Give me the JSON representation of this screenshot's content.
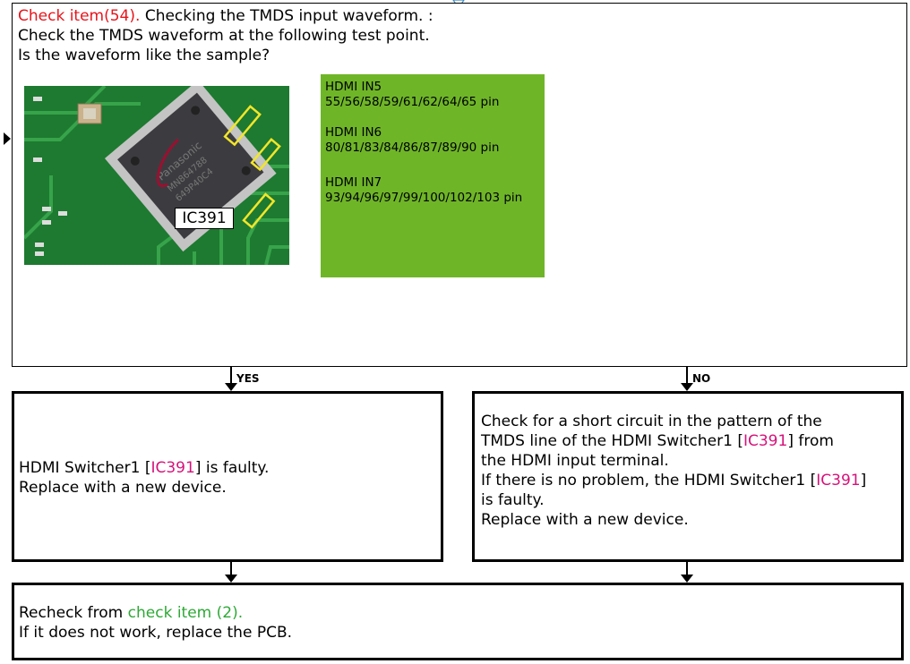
{
  "check": {
    "title_red": "Check item(54).",
    "title_rest": " Checking the TMDS input waveform. :",
    "line2": "Check the TMDS waveform at the following test point.",
    "line3": "Is the waveform like the sample?"
  },
  "photo": {
    "ic_label": "IC391"
  },
  "pin_box": {
    "color": "#6fb528",
    "groups": [
      {
        "title": "HDMI IN5",
        "pins": "55/56/58/59/61/62/64/65 pin"
      },
      {
        "title": "HDMI IN6",
        "pins": "80/81/83/84/86/87/89/90 pin"
      },
      {
        "title": "HDMI IN7",
        "pins": "93/94/96/97/99/100/102/103 pin"
      }
    ]
  },
  "yes_label": "YES",
  "no_label": "NO",
  "yes_box": {
    "line1_pre": "HDMI Switcher1 [",
    "line1_ic": "IC391",
    "line1_post": "] is faulty.",
    "line2": "Replace with a new device."
  },
  "no_box": {
    "l1": "Check for a short circuit in the pattern of the",
    "l2_pre": "TMDS line of the HDMI Switcher1 [",
    "l2_ic": "IC391",
    "l2_post": "] from",
    "l3": "the HDMI input terminal.",
    "l4_pre": "If there is no problem, the HDMI Switcher1 [",
    "l4_ic": "IC391",
    "l4_post": "]",
    "l5": "is faulty.",
    "l6": "Replace with a new device."
  },
  "final_box": {
    "pre": "Recheck from ",
    "link": "check item (2).",
    "line2": "If it does not work, replace the PCB."
  }
}
